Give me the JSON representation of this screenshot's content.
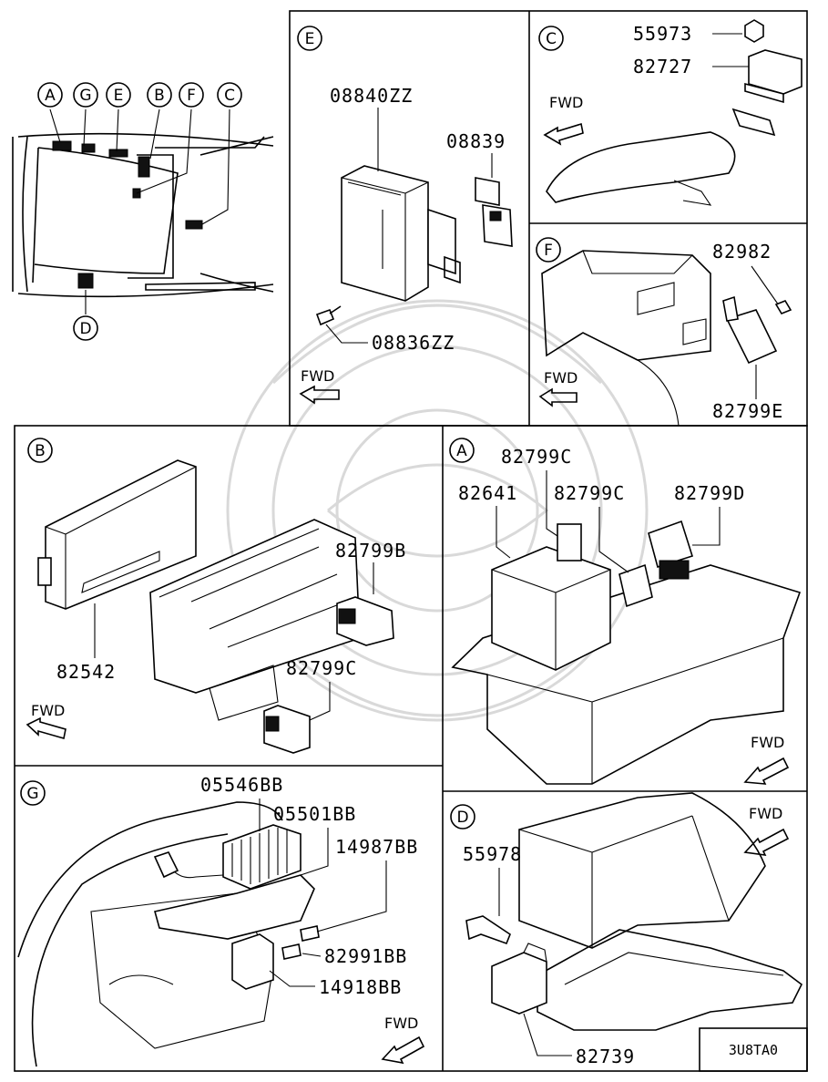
{
  "overview": {
    "callouts": [
      "A",
      "G",
      "E",
      "B",
      "F",
      "C",
      "D"
    ]
  },
  "panel_e": {
    "letter": "E",
    "parts": [
      "08840ZZ",
      "08839",
      "08836ZZ"
    ],
    "fwd": "FWD"
  },
  "panel_c": {
    "letter": "C",
    "parts": [
      "55973",
      "82727"
    ],
    "fwd": "FWD"
  },
  "panel_f": {
    "letter": "F",
    "parts": [
      "82982",
      "82799E"
    ],
    "fwd": "FWD"
  },
  "panel_b": {
    "letter": "B",
    "parts": [
      "82799B",
      "82542",
      "82799C"
    ],
    "fwd": "FWD"
  },
  "panel_a": {
    "letter": "A",
    "parts": [
      "82799C",
      "82641",
      "82799C",
      "82799D"
    ],
    "fwd": "FWD"
  },
  "panel_g": {
    "letter": "G",
    "parts": [
      "05546BB",
      "05501BB",
      "14987BB",
      "82991BB",
      "14918BB"
    ],
    "fwd": "FWD"
  },
  "panel_d": {
    "letter": "D",
    "parts": [
      "55978",
      "82739"
    ],
    "fwd": "FWD"
  },
  "diagram_code": "3U8TA0",
  "colors": {
    "line": "#000000",
    "background": "#ffffff",
    "watermark": "#d9d9d9"
  }
}
